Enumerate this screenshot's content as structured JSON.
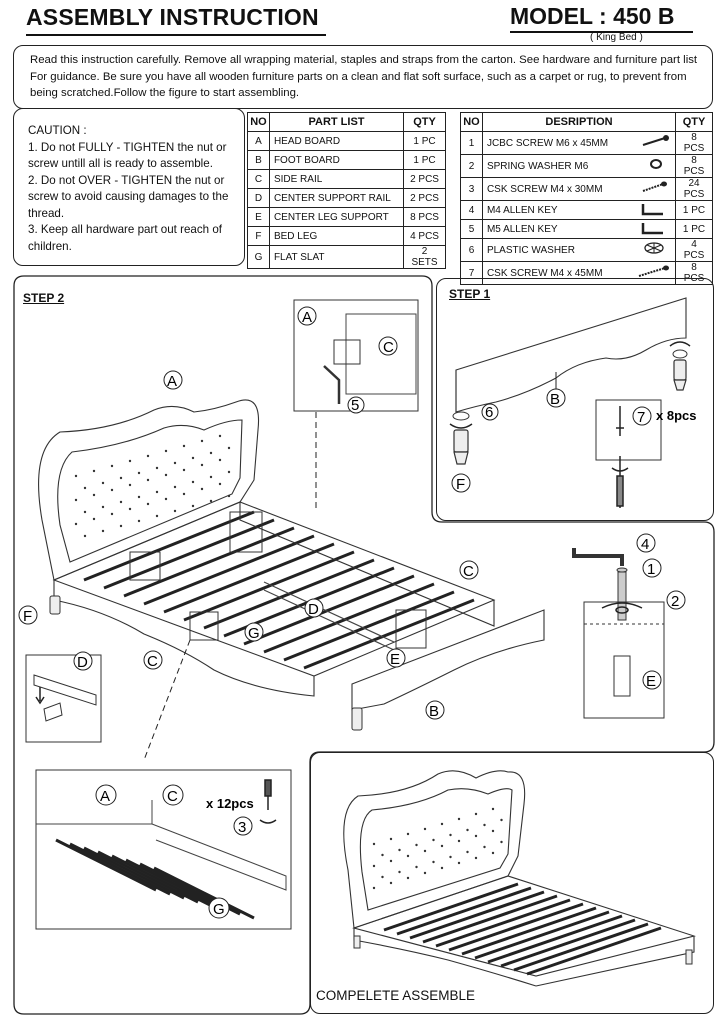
{
  "header": {
    "title": "ASSEMBLY INSTRUCTION",
    "model": "MODEL : 450 B",
    "model_sub": "( King Bed )"
  },
  "intro": [
    "Read this  instruction carefully. Remove all wrapping material, staples and straps from the carton. See hardware and furniture part list",
    "For guidance. Be sure you have all wooden furniture parts on a clean and flat soft surface, such as a carpet or rug, to prevent from",
    "being scratched.Follow the figure to start assembling."
  ],
  "caution": {
    "title": "CAUTION :",
    "lines": [
      "1. Do not FULLY - TIGHTEN the nut or",
      "screw untill all is ready to assemble.",
      "2. Do not OVER -  TIGHTEN the nut or",
      "screw to avoid causing damages to the",
      "thread.",
      "3. Keep all hardware part out reach of",
      "children."
    ]
  },
  "part_list": {
    "headers": [
      "NO",
      "PART LIST",
      "QTY"
    ],
    "rows": [
      [
        "A",
        "HEAD BOARD",
        "1 PC"
      ],
      [
        "B",
        "FOOT BOARD",
        "1 PC"
      ],
      [
        "C",
        "SIDE RAIL",
        "2 PCS"
      ],
      [
        "D",
        "CENTER SUPPORT RAIL",
        "2 PCS"
      ],
      [
        "E",
        "CENTER LEG SUPPORT",
        "8 PCS"
      ],
      [
        "F",
        "BED LEG",
        "4 PCS"
      ],
      [
        "G",
        "FLAT SLAT",
        "2 SETS"
      ]
    ]
  },
  "hardware_list": {
    "headers": [
      "NO",
      "DESRIPTION",
      "QTY"
    ],
    "rows": [
      {
        "no": "1",
        "desc": "JCBC SCREW M6 x 45MM",
        "icon": "bolt-icon",
        "qty": "8 PCS"
      },
      {
        "no": "2",
        "desc": "SPRING WASHER  M6",
        "icon": "washer-icon",
        "qty": "8 PCS"
      },
      {
        "no": "3",
        "desc": "CSK SCREW M4 x 30MM",
        "icon": "screw-icon",
        "qty": "24 PCS"
      },
      {
        "no": "4",
        "desc": "M4 ALLEN KEY",
        "icon": "allen-key-icon",
        "qty": "1 PC"
      },
      {
        "no": "5",
        "desc": "M5 ALLEN KEY",
        "icon": "allen-key-icon",
        "qty": "1 PC"
      },
      {
        "no": "6",
        "desc": "PLASTIC WASHER",
        "icon": "plastic-washer-icon",
        "qty": "4 PCS"
      },
      {
        "no": "7",
        "desc": "CSK SCREW M4 x 45MM",
        "icon": "long-screw-icon",
        "qty": "8 PCS"
      }
    ]
  },
  "step1": {
    "label": "STEP 1",
    "parts": {
      "board": "B",
      "leg": "F",
      "washer": "6",
      "screw": "7"
    },
    "screw_qty": "x 8pcs",
    "step1b_parts": {
      "key": "4",
      "bolt": "1",
      "washer": "2",
      "support": "E"
    }
  },
  "step2": {
    "label": "STEP 2",
    "callouts": {
      "headboard": "A",
      "side_rail_left": "C",
      "side_rail_right": "C",
      "center_rail": "D",
      "slat": "G",
      "support": "E",
      "footboard": "B",
      "leg": "F",
      "detail_D": "D"
    },
    "detail_top": {
      "a": "A",
      "c": "C",
      "key": "5"
    },
    "detail_bottom": {
      "a": "A",
      "c": "C",
      "screw": "3",
      "slat": "G",
      "qty": "x 12pcs"
    }
  },
  "complete_label": "COMPELETE  ASSEMBLE"
}
